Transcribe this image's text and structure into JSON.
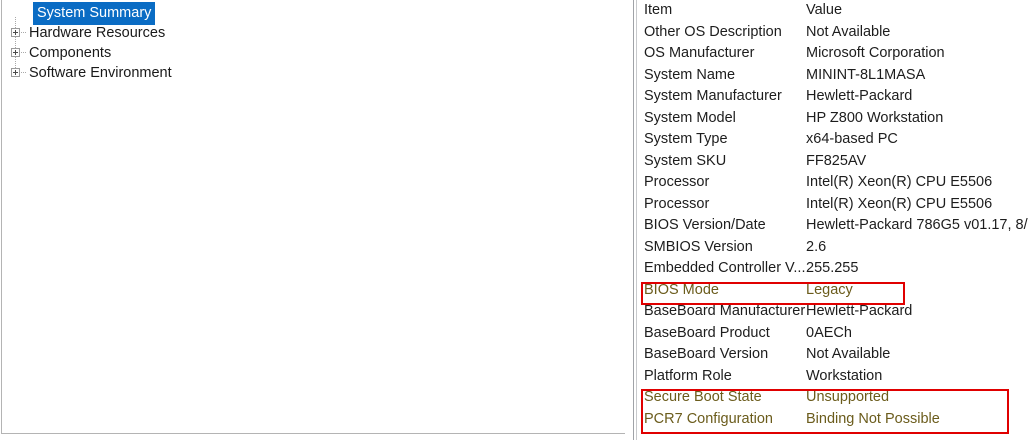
{
  "tree": {
    "nodes": [
      {
        "label": "System Summary",
        "selected": true,
        "root": true,
        "expander": false
      },
      {
        "label": "Hardware Resources",
        "selected": false,
        "root": false,
        "expander": true,
        "icon": "plus-box-icon"
      },
      {
        "label": "Components",
        "selected": false,
        "root": false,
        "expander": true,
        "icon": "plus-box-icon"
      },
      {
        "label": "Software Environment",
        "selected": false,
        "root": false,
        "expander": true,
        "icon": "plus-box-icon"
      }
    ]
  },
  "details": {
    "columns": {
      "item": "Item",
      "value": "Value"
    },
    "rows": [
      {
        "item": "Other OS Description",
        "value": "Not Available",
        "flagged": false
      },
      {
        "item": "OS Manufacturer",
        "value": "Microsoft Corporation",
        "flagged": false
      },
      {
        "item": "System Name",
        "value": "MININT-8L1MASA",
        "flagged": false
      },
      {
        "item": "System Manufacturer",
        "value": "Hewlett-Packard",
        "flagged": false
      },
      {
        "item": "System Model",
        "value": "HP Z800 Workstation",
        "flagged": false
      },
      {
        "item": "System Type",
        "value": "x64-based PC",
        "flagged": false
      },
      {
        "item": "System SKU",
        "value": "FF825AV",
        "flagged": false
      },
      {
        "item": "Processor",
        "value": "Intel(R) Xeon(R) CPU         E5506",
        "flagged": false
      },
      {
        "item": "Processor",
        "value": "Intel(R) Xeon(R) CPU         E5506",
        "flagged": false
      },
      {
        "item": "BIOS Version/Date",
        "value": "Hewlett-Packard 786G5 v01.17, 8/",
        "flagged": false
      },
      {
        "item": "SMBIOS Version",
        "value": "2.6",
        "flagged": false
      },
      {
        "item": "Embedded Controller V...",
        "value": "255.255",
        "flagged": false
      },
      {
        "item": "BIOS Mode",
        "value": "Legacy",
        "flagged": true
      },
      {
        "item": "BaseBoard Manufacturer",
        "value": "Hewlett-Packard",
        "flagged": false
      },
      {
        "item": "BaseBoard Product",
        "value": "0AECh",
        "flagged": false
      },
      {
        "item": "BaseBoard Version",
        "value": "Not Available",
        "flagged": false
      },
      {
        "item": "Platform Role",
        "value": "Workstation",
        "flagged": false
      },
      {
        "item": "Secure Boot State",
        "value": "Unsupported",
        "flagged": true
      },
      {
        "item": "PCR7 Configuration",
        "value": "Binding Not Possible",
        "flagged": true
      }
    ]
  },
  "annotations": {
    "color": "#e00000",
    "boxes": [
      {
        "name": "bios-mode-highlight",
        "target": "BIOS Mode"
      },
      {
        "name": "secure-boot-highlight",
        "target": "Secure Boot State / PCR7 Configuration"
      }
    ]
  },
  "colors": {
    "selection_blue": "#0a6cc4",
    "flagged_text": "#6b5c1c",
    "annotation_red": "#e00000",
    "border_gray": "#b4b4b4"
  }
}
